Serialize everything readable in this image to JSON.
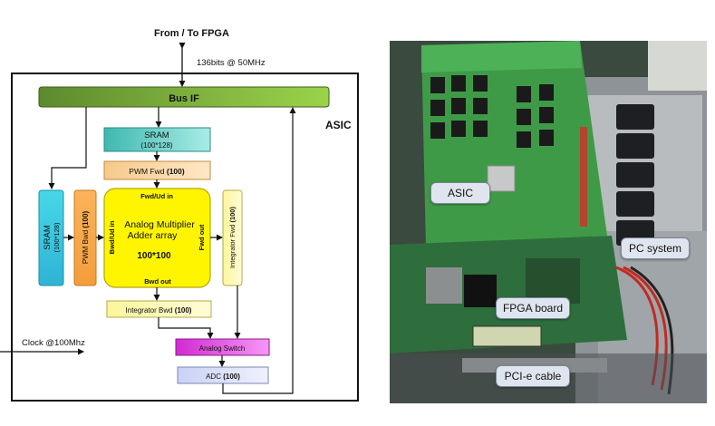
{
  "diagram": {
    "top_label": "From / To FPGA",
    "bus_rate_label": "136bits @ 50MHz",
    "asic_label": "ASIC",
    "bus_if_label": "Bus IF",
    "sram_top": {
      "title": "SRAM",
      "size": "(100*128)"
    },
    "pwm_fwd": {
      "text": "PWM Fwd",
      "num": "(100)"
    },
    "core": {
      "line1": "Analog Multiplier",
      "line2": "Adder array",
      "size": "100*100",
      "fwd_in": "Fwd/Ud in",
      "bwd_out": "Bwd out",
      "bwd_in": "Bwd/Ud in",
      "fwd_out": "Fwd out"
    },
    "sram_left": {
      "title": "SRAM",
      "size": "(100*128)"
    },
    "pwm_bwd": {
      "text": "PWM Bwd",
      "num": "(100)"
    },
    "integrator_fwd": {
      "text": "Integrator Fwd",
      "num": "(100)"
    },
    "integrator_bwd": {
      "text": "Integrator Bwd",
      "num": "(100)"
    },
    "analog_switch": "Analog Switch",
    "adc": {
      "text": "ADC",
      "num": "(100)"
    },
    "clock_label": "Clock @100Mhz"
  },
  "photo": {
    "labels": {
      "asic": "ASIC",
      "pc_system": "PC system",
      "fpga_board": "FPGA board",
      "pcie_cable": "PCI-e cable"
    }
  }
}
